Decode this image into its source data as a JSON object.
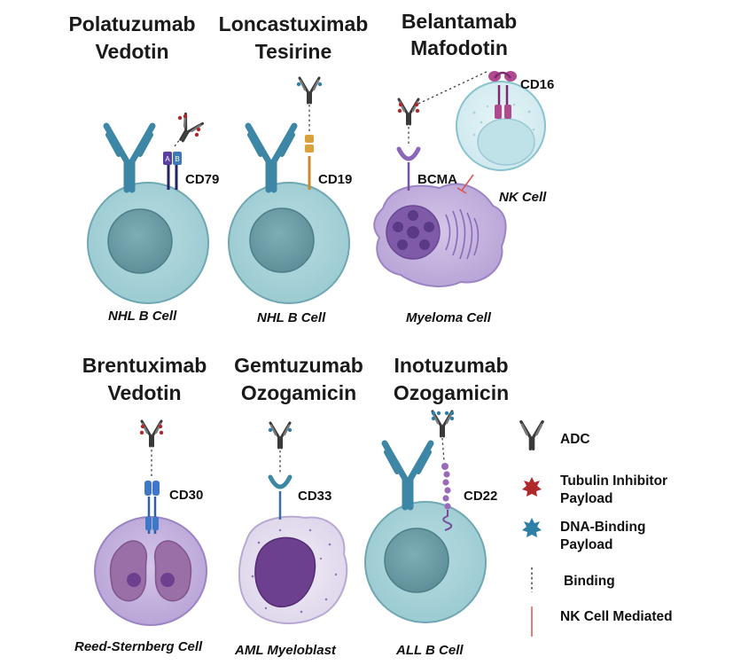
{
  "drugs": [
    {
      "title1": "Polatuzumab",
      "title2": "Vedotin",
      "target": "CD79",
      "cell": "NHL B Cell",
      "marker_letters": [
        "A",
        "B"
      ]
    },
    {
      "title1": "Loncastuximab",
      "title2": "Tesirine",
      "target": "CD19",
      "cell": "NHL B Cell"
    },
    {
      "title1": "Belantamab",
      "title2": "Mafodotin",
      "target": "BCMA",
      "cell": "Myeloma Cell",
      "extra_target": "CD16",
      "extra_cell": "NK Cell"
    },
    {
      "title1": "Brentuximab",
      "title2": "Vedotin",
      "target": "CD30",
      "cell": "Reed-Sternberg Cell"
    },
    {
      "title1": "Gemtuzumab",
      "title2": "Ozogamicin",
      "target": "CD33",
      "cell": "AML Myeloblast"
    },
    {
      "title1": "Inotuzumab",
      "title2": "Ozogamicin",
      "target": "CD22",
      "cell": "ALL B Cell"
    }
  ],
  "legend": {
    "adc": "ADC",
    "tubulin_1": "Tubulin Inhibitor",
    "tubulin_2": "Payload",
    "dna_1": "DNA-Binding",
    "dna_2": "Payload",
    "binding": "Binding",
    "nk": "NK Cell Mediated"
  },
  "colors": {
    "cell_fill": "#a9d3d9",
    "cell_stroke": "#6fa7b2",
    "nucleus": "#6f9ea7",
    "antibody": "#3d86a5",
    "tubulin_payload": "#b0282c",
    "dna_payload": "#2f7fa6",
    "purple_cell": "#c5b3df",
    "myeloma_nucleus": "#8a6bb3",
    "aml_nucleus": "#6c3f8f",
    "cd19": "#d9a23c",
    "nk_line": "#d9534f"
  }
}
